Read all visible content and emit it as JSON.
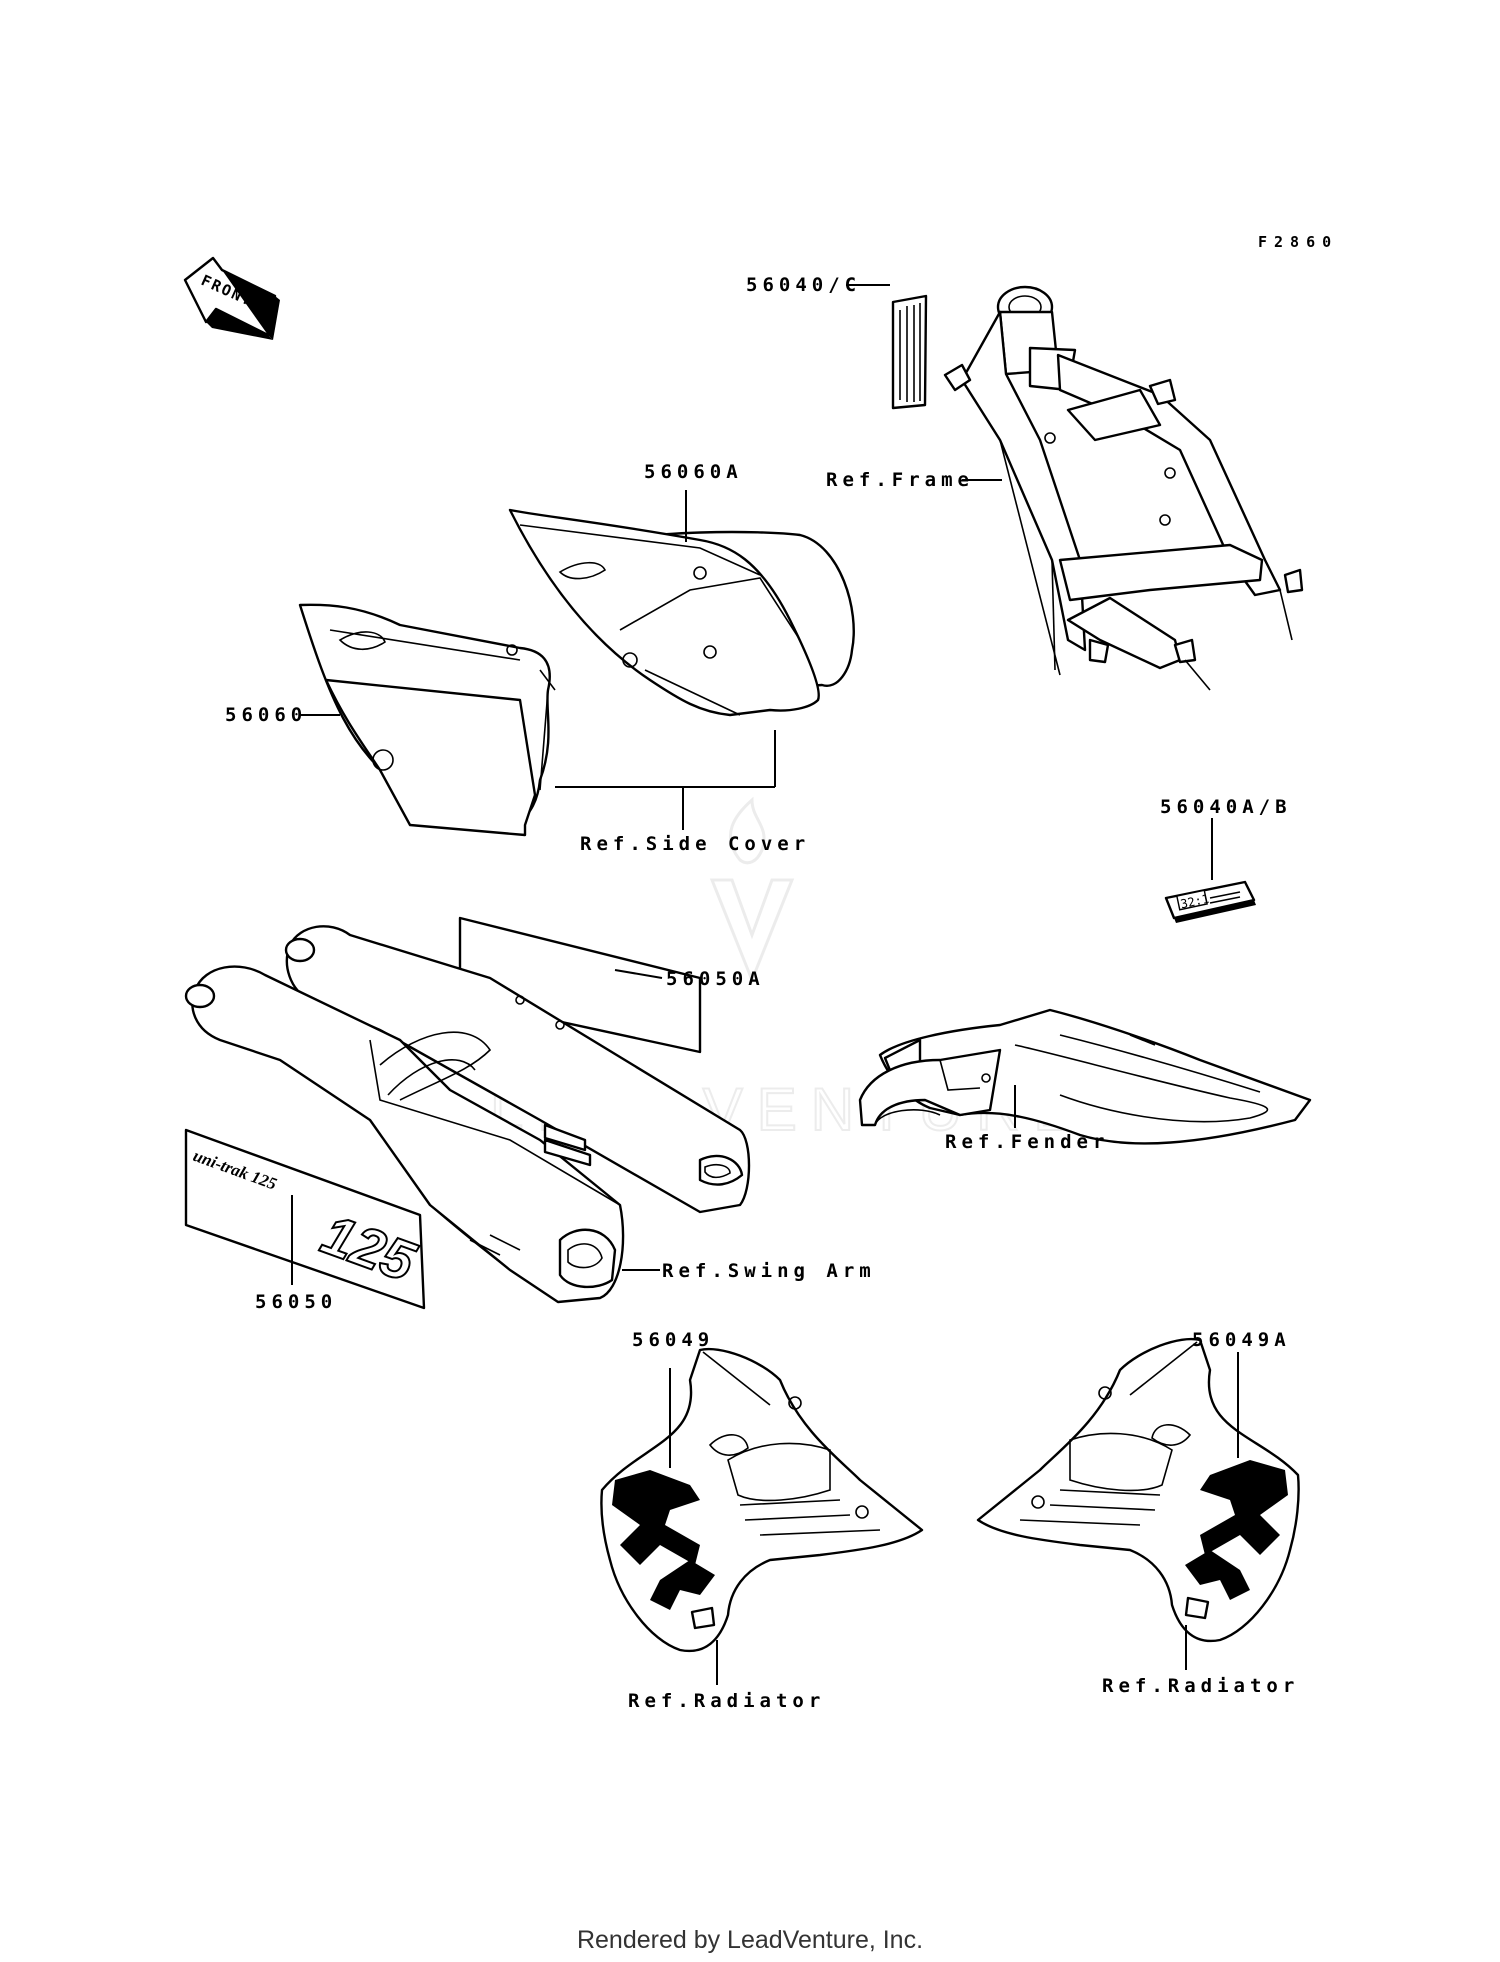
{
  "diagram": {
    "code": "F2860",
    "front_badge": "FRONT",
    "decal_125_text": "uni-trak 125",
    "gauge_text": "32:1",
    "watermark": "LEADVENTURE",
    "footer": "Rendered by LeadVenture, Inc."
  },
  "labels": [
    {
      "id": "56040c",
      "text": "56040/C"
    },
    {
      "id": "ref-frame",
      "text": "Ref.Frame"
    },
    {
      "id": "56060a",
      "text": "56060A"
    },
    {
      "id": "56060",
      "text": "56060"
    },
    {
      "id": "ref-side-cover",
      "text": "Ref.Side Cover"
    },
    {
      "id": "56040ab",
      "text": "56040A/B"
    },
    {
      "id": "56050a",
      "text": "56050A"
    },
    {
      "id": "ref-fender",
      "text": "Ref.Fender"
    },
    {
      "id": "ref-swing-arm",
      "text": "Ref.Swing Arm"
    },
    {
      "id": "56050",
      "text": "56050"
    },
    {
      "id": "56049",
      "text": "56049"
    },
    {
      "id": "56049a",
      "text": "56049A"
    },
    {
      "id": "ref-radiator-left",
      "text": "Ref.Radiator"
    },
    {
      "id": "ref-radiator-right",
      "text": "Ref.Radiator"
    }
  ]
}
